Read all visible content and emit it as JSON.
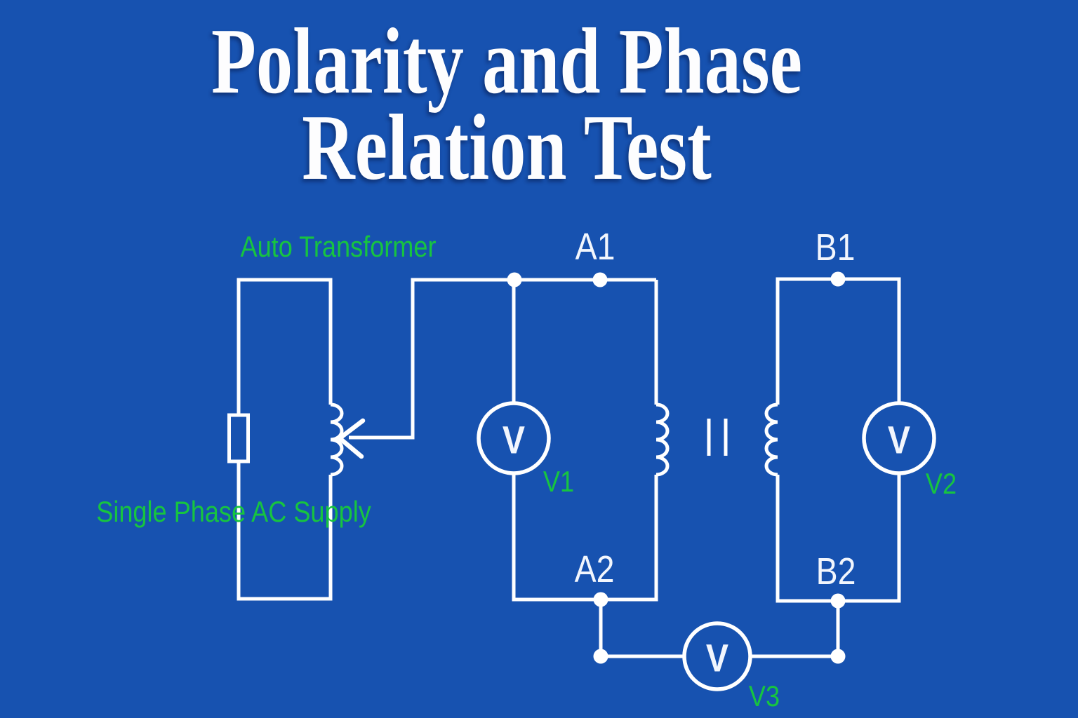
{
  "title": {
    "line1": "Polarity and Phase",
    "line2": "Relation Test"
  },
  "colors": {
    "background": "#1752B0",
    "line": "#FFFFFF",
    "label_green": "#17C440",
    "label_white": "#F2F6FD"
  },
  "diagram": {
    "transformer_label": "Auto Transformer",
    "supply_label": "Single Phase AC Supply",
    "terminals": {
      "a1": "A1",
      "a2": "A2",
      "b1": "B1",
      "b2": "B2"
    },
    "voltmeters": {
      "glyph": "V",
      "v1": "V1",
      "v2": "V2",
      "v3": "V3"
    }
  }
}
